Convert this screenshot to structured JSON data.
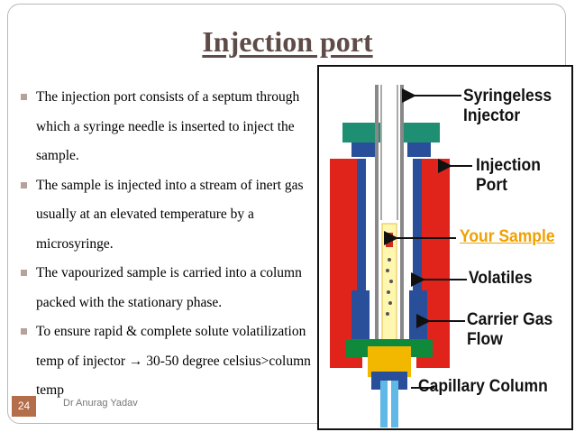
{
  "slide": {
    "title": "Injection port",
    "bullets": [
      "The injection port consists of a  septum through which a syringe needle is inserted to inject the sample.",
      "The sample is injected into a stream of inert gas usually at an elevated temperature by a microsyringe.",
      "The vapourized sample is  carried into a column packed with the stationary phase.",
      "To ensure rapid & complete solute volatilization temp of injector → 30-50 degree celsius>column temp"
    ],
    "page_number": "24",
    "footer_author": "Dr Anurag Yadav"
  },
  "figure": {
    "labels": {
      "syringeless_injector": [
        "Syringeless",
        "Injector"
      ],
      "injection_port": [
        "Injection",
        "Port"
      ],
      "your_sample": "Your Sample",
      "volatiles": "Volatiles",
      "carrier_gas_flow": [
        "Carrier Gas",
        "Flow"
      ],
      "capillary_column": "Capillary Column"
    },
    "colors": {
      "heater_block": "#e0241c",
      "septum_cap": "#1f8f73",
      "liner_fitting": "#2a4f9a",
      "ferrule": "#0f8a3a",
      "nut": "#f2b800",
      "column": "#5fb8e6",
      "sample": "#d42a1a",
      "your_sample_text": "#f0a000"
    }
  }
}
